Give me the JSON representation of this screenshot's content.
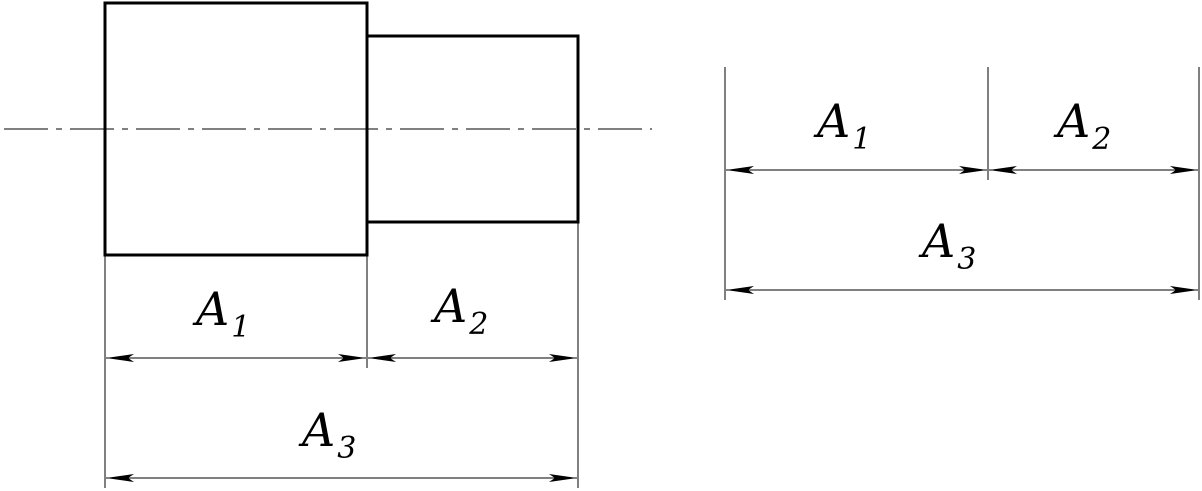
{
  "colors": {
    "stroke": "#000000",
    "background": "#ffffff"
  },
  "left_view": {
    "label_a1": {
      "base": "A",
      "sub": "1"
    },
    "label_a2": {
      "base": "A",
      "sub": "2"
    },
    "label_a3": {
      "base": "A",
      "sub": "3"
    }
  },
  "right_view": {
    "label_a1": {
      "base": "A",
      "sub": "1"
    },
    "label_a2": {
      "base": "A",
      "sub": "2"
    },
    "label_a3": {
      "base": "A",
      "sub": "3"
    }
  }
}
